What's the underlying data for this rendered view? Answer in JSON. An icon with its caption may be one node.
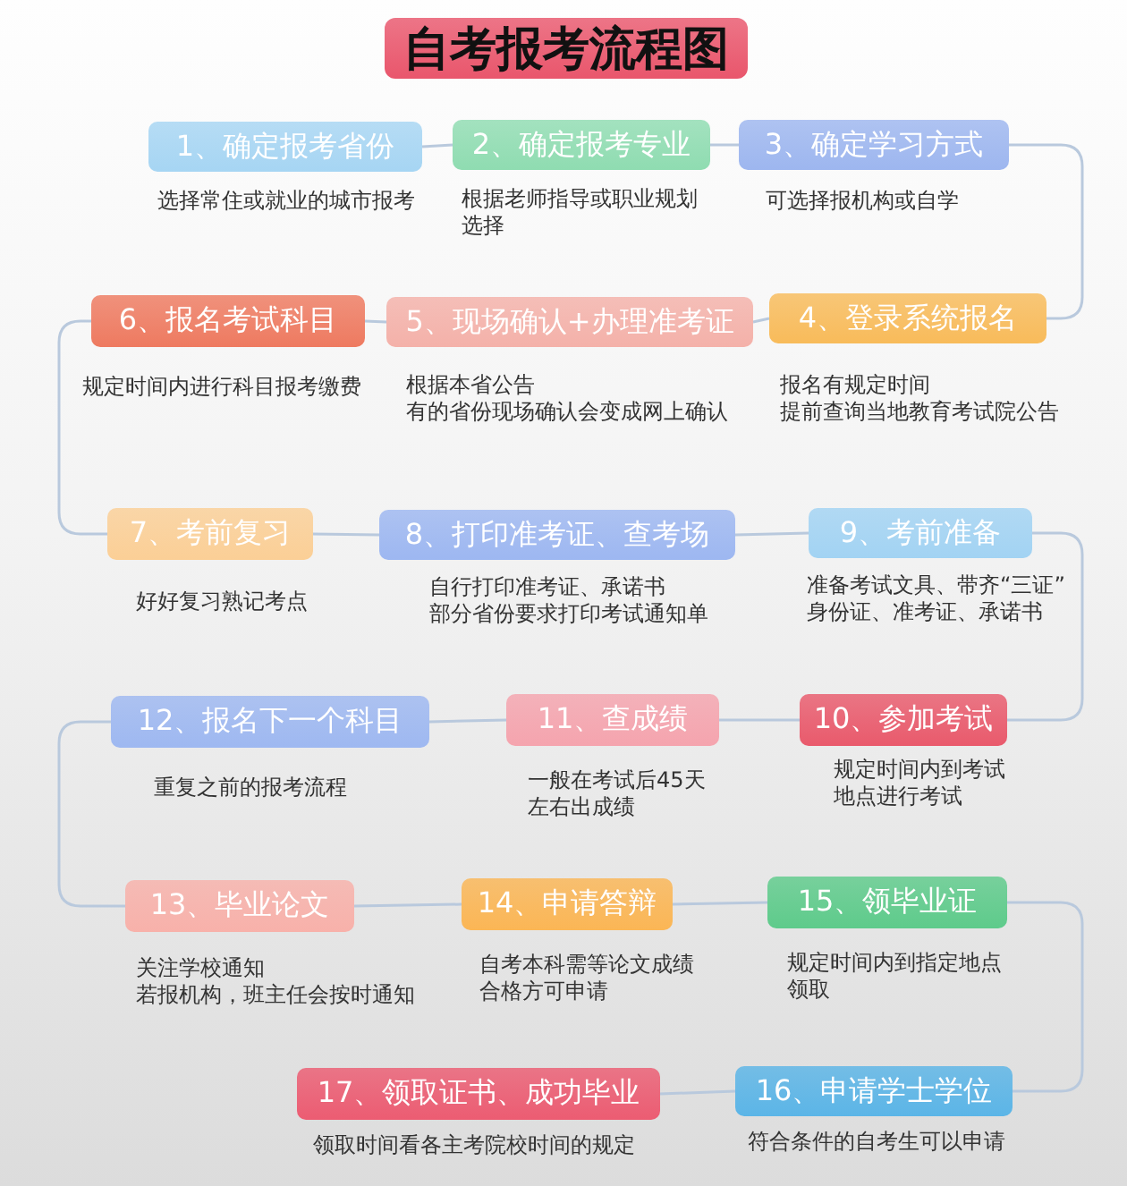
{
  "diagram": {
    "nodes": [
      {
        "text": [
          "自考报考流程图"
        ]
      },
      {
        "text": [
          "1、确定报考省份"
        ],
        "beside": [
          "选择常住或就业的城市报考"
        ]
      },
      {
        "text": [
          "2、确定报考专业"
        ],
        "beside": [
          "根据老师指导或职业规划选择"
        ]
      },
      {
        "text": [
          "3、确定学习方式"
        ],
        "beside": [
          "可选择报机构或自学"
        ]
      },
      {
        "text": [
          "4、登录系统报名"
        ],
        "beside": [
          "报名有规定时间",
          "提前查询当地教育考试院公告"
        ]
      },
      {
        "text": [
          "5、现场确认+办理准考证"
        ],
        "beside": [
          "根据本省公告",
          "有的省份现场确认会变成网上确认"
        ]
      },
      {
        "text": [
          "6、报名考试科目"
        ],
        "beside": [
          "规定时间内进行科目报考缴费"
        ]
      },
      {
        "text": [
          "7、考前复习"
        ],
        "beside": [
          "好好复习熟记考点"
        ]
      },
      {
        "text": [
          "8、打印准考证、查考场"
        ],
        "beside": [
          "自行打印准考证、承诺书",
          "部分省份要求打印考试通知单"
        ]
      },
      {
        "text": [
          "9、考前准备"
        ],
        "beside": [
          "准备考试文具、带齐“三证”",
          "身份证、准考证、承诺书"
        ]
      },
      {
        "text": [
          "10、参加考试"
        ],
        "beside": [
          "规定时间内到考试地点进行考试"
        ]
      },
      {
        "text": [
          "11、查成绩"
        ],
        "beside": [
          "一般在考试后45天左右出成绩"
        ]
      },
      {
        "text": [
          "12、报名下一个科目"
        ],
        "beside": [
          "重复之前的报考流程"
        ]
      },
      {
        "text": [
          "13、毕业论文"
        ],
        "beside": [
          "关注学校通知",
          "若报机构，班主任会按时通知"
        ]
      },
      {
        "text": [
          "14、申请答辩"
        ],
        "beside": [
          "自考本科需等论文成绩合格方可申请"
        ]
      },
      {
        "text": [
          "15、领毕业证"
        ],
        "beside": [
          "规定时间内到指定地点领取"
        ]
      },
      {
        "text": [
          "16、申请学士学位"
        ],
        "beside": [
          "符合条件的自考生可以申请"
        ]
      },
      {
        "text": [
          "17、领取证书、成功毕业"
        ],
        "beside": [
          "领取时间看各主考院校时间的规定"
        ]
      }
    ],
    "edges": [
      {
        "from": 1,
        "to": 2,
        "arrow": "none"
      },
      {
        "from": 2,
        "to": 3,
        "arrow": "none"
      },
      {
        "from": 3,
        "to": 4,
        "arrow": "none"
      },
      {
        "from": 4,
        "to": 5,
        "arrow": "none"
      },
      {
        "from": 5,
        "to": 6,
        "arrow": "none"
      },
      {
        "from": 6,
        "to": 7,
        "arrow": "none"
      },
      {
        "from": 7,
        "to": 8,
        "arrow": "none"
      },
      {
        "from": 8,
        "to": 9,
        "arrow": "none"
      },
      {
        "from": 9,
        "to": 10,
        "arrow": "none"
      },
      {
        "from": 10,
        "to": 11,
        "arrow": "none"
      },
      {
        "from": 11,
        "to": 12,
        "arrow": "none"
      },
      {
        "from": 12,
        "to": 13,
        "arrow": "none"
      },
      {
        "from": 13,
        "to": 14,
        "arrow": "none"
      },
      {
        "from": 14,
        "to": 15,
        "arrow": "none"
      },
      {
        "from": 15,
        "to": 16,
        "arrow": "none"
      },
      {
        "from": 16,
        "to": 17,
        "arrow": "none"
      }
    ]
  }
}
